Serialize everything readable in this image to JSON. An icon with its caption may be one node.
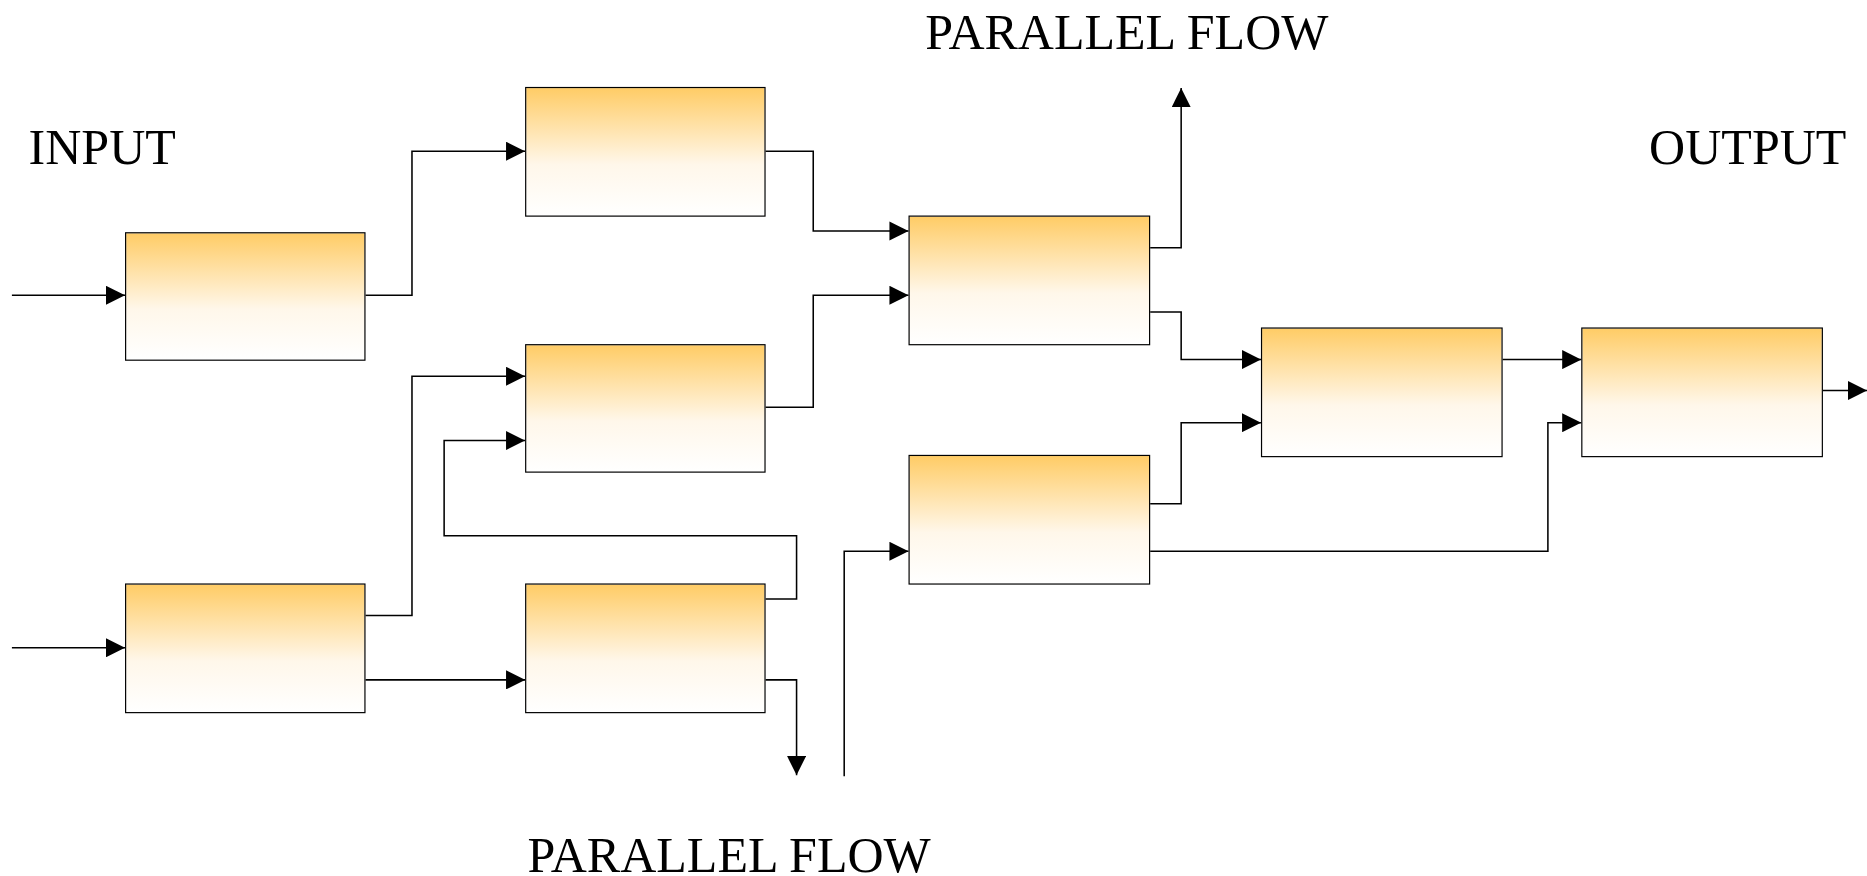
{
  "diagram": {
    "nodes": [
      {
        "text": [],
        "shape": "box"
      },
      {
        "text": [],
        "shape": "box"
      },
      {
        "text": [],
        "shape": "box"
      },
      {
        "text": [],
        "shape": "box"
      },
      {
        "text": [],
        "shape": "box"
      },
      {
        "text": [],
        "shape": "box"
      },
      {
        "text": [],
        "shape": "box"
      },
      {
        "text": [],
        "shape": "box"
      },
      {
        "text": [],
        "shape": "box"
      }
    ],
    "edges": [
      {
        "from": null,
        "to": 1,
        "arrow": "to"
      },
      {
        "from": null,
        "to": 3,
        "arrow": "to"
      },
      {
        "from": 1,
        "to": 0,
        "arrow": "to"
      },
      {
        "from": 3,
        "to": 2,
        "arrow": "to"
      },
      {
        "from": 3,
        "to": 4,
        "arrow": "to"
      },
      {
        "from": 4,
        "to": 2,
        "arrow": "to"
      },
      {
        "from": 4,
        "to": null,
        "arrow": "to"
      },
      {
        "from": 0,
        "to": 5,
        "arrow": "to"
      },
      {
        "from": 2,
        "to": 5,
        "arrow": "to"
      },
      {
        "from": 5,
        "to": null,
        "arrow": "to"
      },
      {
        "from": null,
        "to": 6,
        "arrow": "to"
      },
      {
        "from": 5,
        "to": 7,
        "arrow": "to"
      },
      {
        "from": 6,
        "to": 7,
        "arrow": "to"
      },
      {
        "from": 6,
        "to": 8,
        "arrow": "to"
      },
      {
        "from": 7,
        "to": 8,
        "arrow": "to"
      },
      {
        "from": 8,
        "to": null,
        "arrow": "to"
      }
    ],
    "labels": [
      "PARALLEL FLOW",
      "INPUT",
      "OUTPUT",
      "PARALLEL FLOW"
    ]
  }
}
